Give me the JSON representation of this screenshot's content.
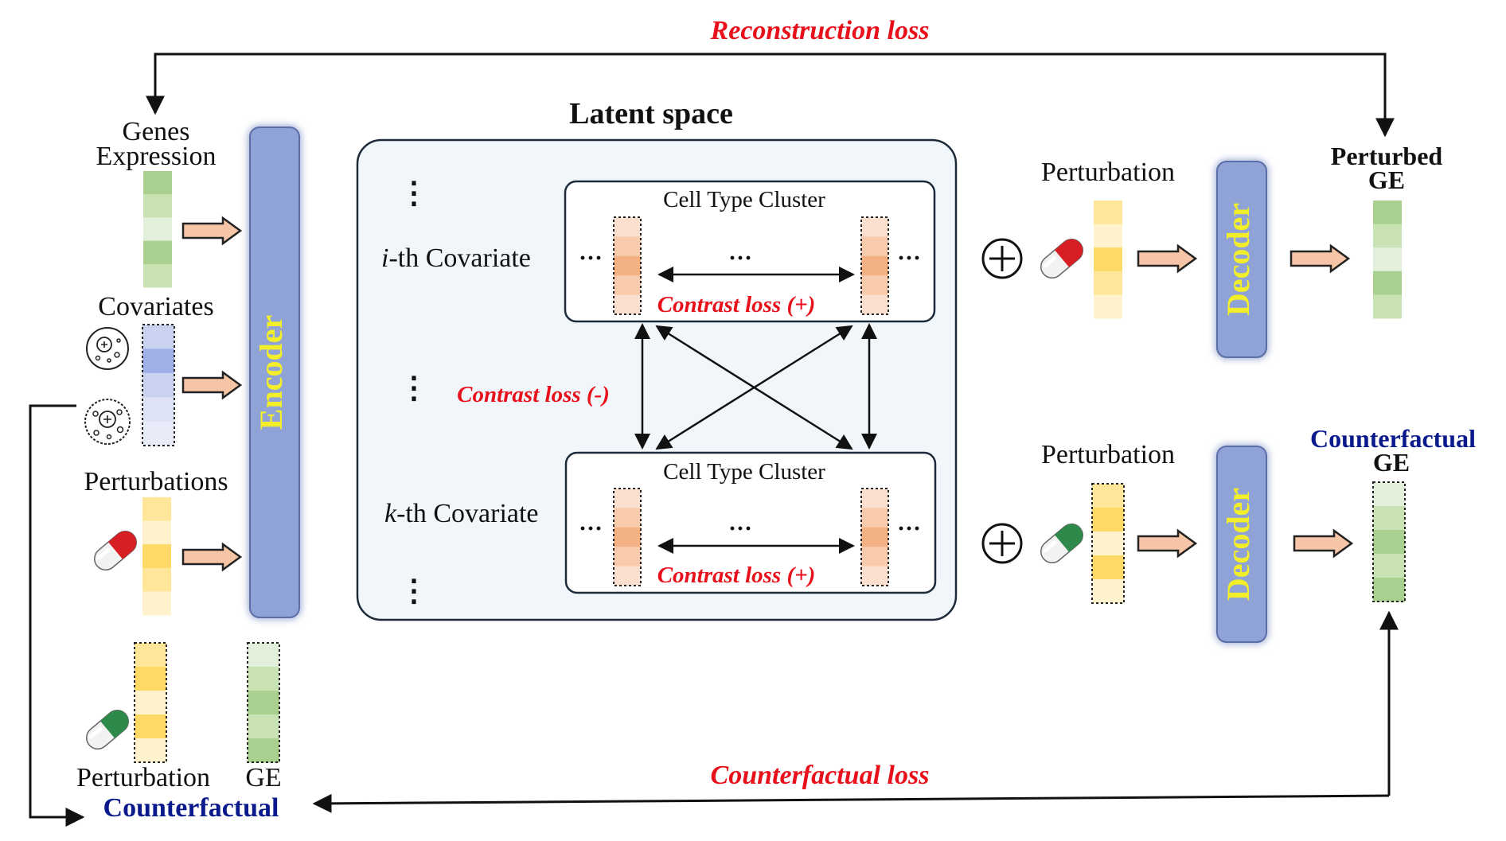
{
  "losses": {
    "reconstruction": "Reconstruction loss",
    "counterfactual": "Counterfactual loss",
    "contrast_pos_1": "Contrast loss (+)",
    "contrast_pos_2": "Contrast loss (+)",
    "contrast_neg": "Contrast loss (-)"
  },
  "inputs": {
    "genes_expression_line1": "Genes",
    "genes_expression_line2": "Expression",
    "covariates": "Covariates",
    "perturbations": "Perturbations",
    "counterfactual_perturbation": "Perturbation",
    "counterfactual_ge": "GE",
    "counterfactual_title": "Counterfactual"
  },
  "encoder": {
    "label": "Encoder"
  },
  "latent": {
    "title": "Latent space",
    "cluster_title_1": "Cell Type Cluster",
    "cluster_title_2": "Cell Type Cluster",
    "covariate_i_prefix": "i",
    "covariate_i_suffix": "-th Covariate",
    "covariate_k_prefix": "k",
    "covariate_k_suffix": "-th Covariate",
    "ellipsis": "⋮",
    "hdots": "···"
  },
  "top_branch": {
    "perturbation": "Perturbation",
    "decoder": "Decoder",
    "output_line1": "Perturbed",
    "output_line2": "GE"
  },
  "bottom_branch": {
    "perturbation": "Perturbation",
    "decoder": "Decoder",
    "output_line1": "Counterfactual",
    "output_line2": "GE"
  },
  "colors": {
    "red": "#e8101a",
    "blue_text": "#0a1a8c",
    "module_fill": "#8fa3d6",
    "module_text": "#f3ee2a",
    "latent_bg": "#f1f6fb",
    "arrow_fill": "#f6c4a6",
    "green_cells": [
      "#a9d08e",
      "#c9e2b3",
      "#e2efda",
      "#a9d08e",
      "#c9e2b3"
    ],
    "blue_cells": [
      "#c9d3f0",
      "#9fb0e6",
      "#c9d3f0",
      "#dde3f5",
      "#e8ecf8"
    ],
    "yellow_cells": [
      "#ffe699",
      "#fff2cc",
      "#ffd966",
      "#ffe699",
      "#fff2cc"
    ],
    "orange_cells": [
      "#fbe0d0",
      "#f8cbad",
      "#f4b183",
      "#f8cbad",
      "#fbe0d0"
    ],
    "cf_green_cells": [
      "#e2efda",
      "#c9e2b3",
      "#a9d08e",
      "#c9e2b3",
      "#a9d08e"
    ],
    "cf_yellow_cells": [
      "#ffe699",
      "#ffd966",
      "#fff2cc",
      "#ffd966",
      "#fff2cc"
    ]
  }
}
